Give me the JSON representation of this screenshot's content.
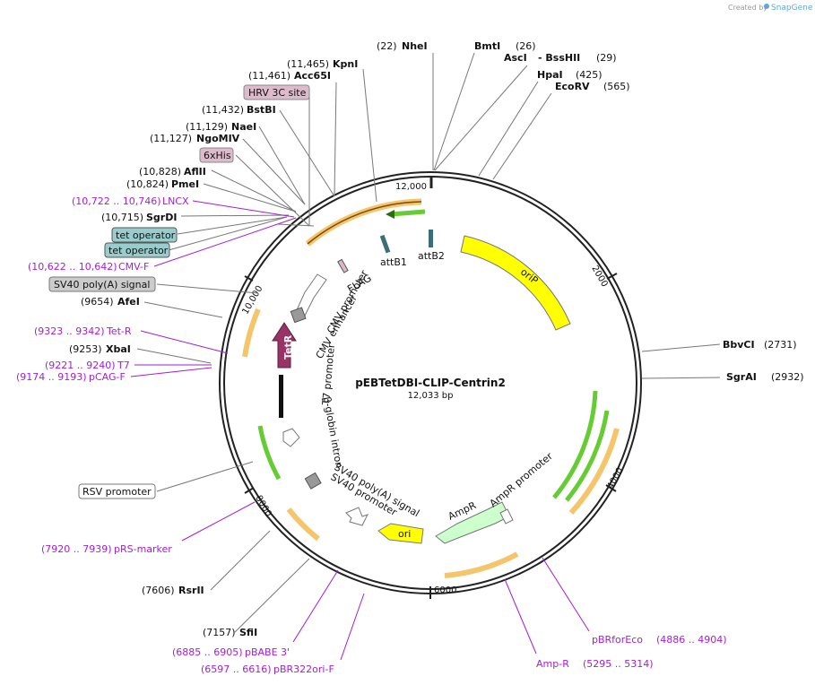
{
  "credit": {
    "text": "Created by",
    "brand": "SnapGene"
  },
  "plasmid": {
    "name": "pEBTetDBI-CLIP-Centrin2",
    "length": "12,033 bp",
    "bp": 12033
  },
  "ticks": [
    "2000",
    "4000",
    "6000",
    "8000",
    "10,000",
    "12,000"
  ],
  "sites": [
    {
      "pos": "(22)",
      "name": "NheI"
    },
    {
      "pos": "(26)",
      "name": "BmtI"
    },
    {
      "pos": "(29)",
      "name": "AscI",
      "extra": "- BssHII"
    },
    {
      "pos": "(425)",
      "name": "HpaI"
    },
    {
      "pos": "(565)",
      "name": "EcoRV"
    },
    {
      "pos": "(2731)",
      "name": "BbvCI"
    },
    {
      "pos": "(2932)",
      "name": "SgrAI"
    },
    {
      "pos": "(7606)",
      "name": "RsrII"
    },
    {
      "pos": "(7157)",
      "name": "SfiI"
    },
    {
      "pos": "(9253)",
      "name": "XbaI"
    },
    {
      "pos": "(9654)",
      "name": "AfeI"
    },
    {
      "pos": "(10,715)",
      "name": "SgrDI"
    },
    {
      "pos": "(10,824)",
      "name": "PmeI"
    },
    {
      "pos": "(10,828)",
      "name": "AflII"
    },
    {
      "pos": "(11,127)",
      "name": "NgoMIV"
    },
    {
      "pos": "(11,129)",
      "name": "NaeI"
    },
    {
      "pos": "(11,432)",
      "name": "BstBI"
    },
    {
      "pos": "(11,461)",
      "name": "Acc65I"
    },
    {
      "pos": "(11,465)",
      "name": "KpnI"
    }
  ],
  "primers": [
    {
      "range": "(10,722 .. 10,746)",
      "name": "LNCX"
    },
    {
      "range": "(10,622 .. 10,642)",
      "name": "CMV-F"
    },
    {
      "range": "(9323 .. 9342)",
      "name": "Tet-R"
    },
    {
      "range": "(9221 .. 9240)",
      "name": "T7"
    },
    {
      "range": "(9174 .. 9193)",
      "name": "pCAG-F"
    },
    {
      "range": "(7920 .. 7939)",
      "name": "pRS-marker"
    },
    {
      "range": "(6885 .. 6905)",
      "name": "pBABE 3'"
    },
    {
      "range": "(6597 .. 6616)",
      "name": "pBR322ori-F"
    },
    {
      "range": "(5295 .. 5314)",
      "name": "Amp-R"
    },
    {
      "range": "(4886 .. 4904)",
      "name": "pBRforEco"
    }
  ],
  "boxed": [
    {
      "text": "HRV 3C site"
    },
    {
      "text": "6xHis"
    },
    {
      "text": "tet operator"
    },
    {
      "text": "tet operator"
    },
    {
      "text": "SV40 poly(A) signal"
    },
    {
      "text": "RSV promoter"
    }
  ],
  "features": {
    "orip": "oriP",
    "attb1": "attB1",
    "attb2": "attB2",
    "flag": "FLAG",
    "cmv_promoter": "CMV promoter",
    "cmv_enhancer": "CMV enhancer",
    "tetr": "TetR",
    "t7": "T7 promoter",
    "bglobin": "β-globin intron",
    "sv40_pa": "SV40 poly(A) signal",
    "sv40_prom": "SV40 promoter",
    "ori": "ori",
    "ampr": "AmpR",
    "ampr_prom": "AmpR promoter"
  },
  "colors": {
    "orip": "#ffff00",
    "ori": "#ffff00",
    "ampr": "#ccffcc",
    "tetr": "#993366",
    "primer": "#a21fd6",
    "orf": "#ffcc66",
    "green": "#66cc33",
    "tetop": "#99cccc",
    "hrv": "#ddbbcc",
    "gray": "#cccccc"
  }
}
